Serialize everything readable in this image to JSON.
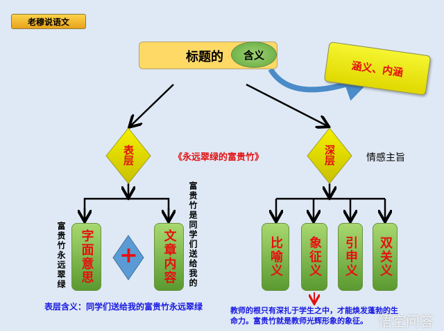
{
  "brand": "老穆说语文",
  "title": {
    "prefix": "标题的",
    "keyword": "含义"
  },
  "note": "涵义、内涵",
  "book_title": "《永远翠绿的富贵竹》",
  "surface": {
    "label": "表层",
    "left_box": "字面意思",
    "right_box": "文章内容",
    "plus": "+",
    "left_note": "富贵竹永远翠绿",
    "right_note": "富贵竹是同学们送给我的",
    "summary": "表层含义：同学们送给我的富贵竹永远翠绿"
  },
  "deep": {
    "label": "深层",
    "theme": "情感主旨",
    "boxes": [
      "比喻义",
      "象征义",
      "引申义",
      "双关义"
    ],
    "line1": "教师的根只有深扎于学生之中，才能焕发蓬勃的生",
    "line2": "命力。富贵竹就是教师光辉形象的象征。"
  },
  "watermark": "悟空问答"
}
